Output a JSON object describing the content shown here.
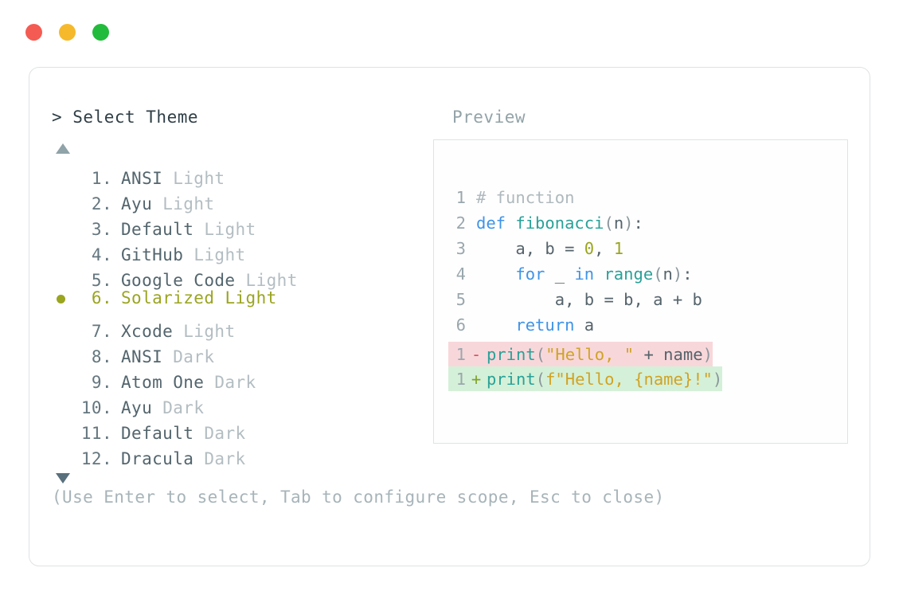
{
  "window": {
    "traffic_lights": [
      {
        "name": "close",
        "color": "#f45b52"
      },
      {
        "name": "minimize",
        "color": "#f5b92b"
      },
      {
        "name": "maximize",
        "color": "#22bb3b"
      }
    ]
  },
  "prompt": {
    "title": "> Select Theme",
    "preview_label": "Preview",
    "scroll_up_icon": "triangle-up-icon",
    "scroll_down_icon": "triangle-down-icon"
  },
  "themes": [
    {
      "number": "1.",
      "name": "ANSI",
      "variant": "Light",
      "selected": false
    },
    {
      "number": "2.",
      "name": "Ayu",
      "variant": "Light",
      "selected": false
    },
    {
      "number": "3.",
      "name": "Default",
      "variant": "Light",
      "selected": false
    },
    {
      "number": "4.",
      "name": "GitHub",
      "variant": "Light",
      "selected": false
    },
    {
      "number": "5.",
      "name": "Google Code",
      "variant": "Light",
      "selected": false
    },
    {
      "number": "6.",
      "name": "Solarized",
      "variant": "Light",
      "selected": true
    },
    {
      "number": "7.",
      "name": "Xcode",
      "variant": "Light",
      "selected": false
    },
    {
      "number": "8.",
      "name": "ANSI",
      "variant": "Dark",
      "selected": false
    },
    {
      "number": "9.",
      "name": "Atom One",
      "variant": "Dark",
      "selected": false
    },
    {
      "number": "10.",
      "name": "Ayu",
      "variant": "Dark",
      "selected": false
    },
    {
      "number": "11.",
      "name": "Default",
      "variant": "Dark",
      "selected": false
    },
    {
      "number": "12.",
      "name": "Dracula",
      "variant": "Dark",
      "selected": false
    }
  ],
  "preview": {
    "code_lines": [
      {
        "n": "1",
        "text": "# function"
      },
      {
        "n": "2",
        "text": "def fibonacci(n):"
      },
      {
        "n": "3",
        "text": "    a, b = 0, 1"
      },
      {
        "n": "4",
        "text": "    for _ in range(n):"
      },
      {
        "n": "5",
        "text": "        a, b = b, a + b"
      },
      {
        "n": "6",
        "text": "    return a"
      }
    ],
    "diff_lines": [
      {
        "n": "1",
        "marker": "-",
        "type": "deletion",
        "text": "print(\"Hello, \" + name)"
      },
      {
        "n": "1",
        "marker": "+",
        "type": "addition",
        "text": "print(f\"Hello, {name}!\")"
      }
    ]
  },
  "hint": "(Use Enter to select, Tab to configure scope, Esc to close)",
  "colors": {
    "selected": "#9aa520",
    "keyword": "#3f93e8",
    "function": "#2aa198",
    "string": "#cfa326",
    "comment": "#afb9bd",
    "number": "#9aa520",
    "diff_del_bg": "#f8d7da",
    "diff_add_bg": "#d5f0d8",
    "diff_del_marker": "#e04a5a",
    "diff_add_marker": "#7fa32b"
  }
}
